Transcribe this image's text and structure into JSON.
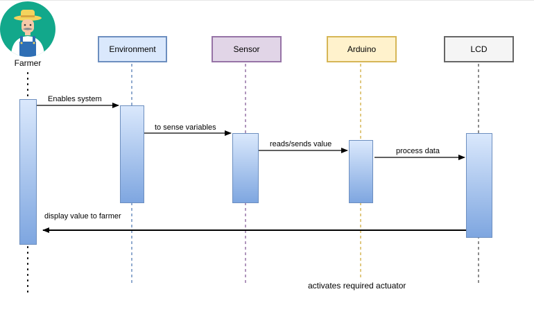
{
  "actor": {
    "label": "Farmer",
    "icon": "farmer-avatar-icon"
  },
  "participants": {
    "environment": "Environment",
    "sensor": "Sensor",
    "arduino": "Arduino",
    "lcd": "LCD"
  },
  "messages": {
    "enables_system": "Enables system",
    "to_sense_variables": "to sense variables",
    "reads_sends_value": "reads/sends value",
    "process_data": "process data",
    "display_value": "display value to farmer"
  },
  "notes": {
    "actuator": "activates required actuator"
  },
  "colors": {
    "environment_fill": "#dae8fc",
    "environment_stroke": "#6c8ebf",
    "sensor_fill": "#e1d5e7",
    "sensor_stroke": "#9673a6",
    "arduino_fill": "#fff2cc",
    "arduino_stroke": "#d6b656",
    "lcd_fill": "#f5f5f5",
    "lcd_stroke": "#666666",
    "avatar_bg": "#12a88b"
  }
}
